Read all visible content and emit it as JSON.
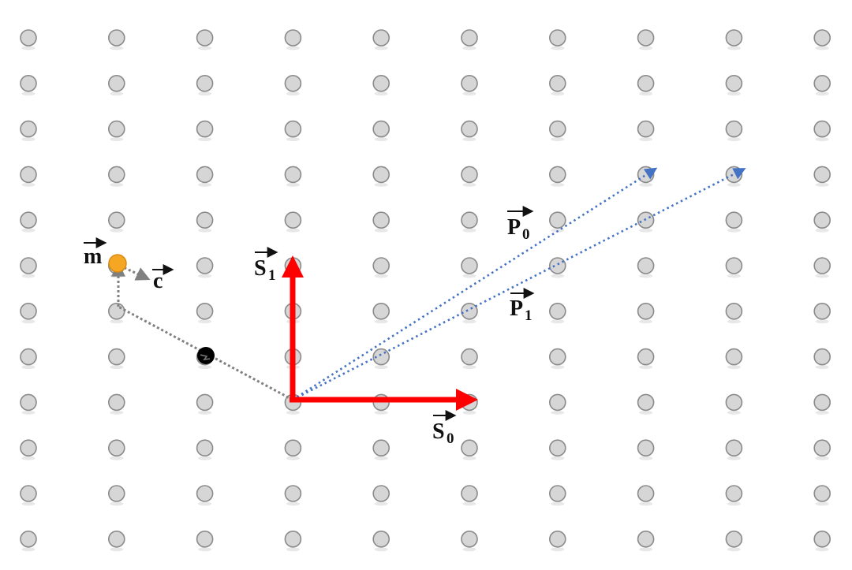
{
  "diagram": {
    "lattice": {
      "columns": 10,
      "rows": 12
    },
    "colors": {
      "lattice_fill": "#d6d6d6",
      "lattice_stroke": "#8a8a8a",
      "basis": "#ff0000",
      "p_vectors": "#4472c4",
      "path": "#808080",
      "m_point": "#f5a623",
      "black_point": "#000000"
    },
    "labels": {
      "s0": "S",
      "s0_sub": "0",
      "s1": "S",
      "s1_sub": "1",
      "p0": "P",
      "p0_sub": "0",
      "p1": "P",
      "p1_sub": "1",
      "m": "m",
      "c": "c"
    }
  }
}
